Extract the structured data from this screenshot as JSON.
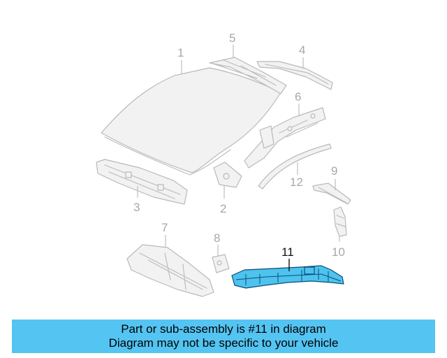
{
  "callouts": {
    "c1": "1",
    "c2": "2",
    "c3": "3",
    "c4": "4",
    "c5": "5",
    "c6": "6",
    "c7": "7",
    "c8": "8",
    "c9": "9",
    "c10": "10",
    "c11": "11",
    "c12": "12"
  },
  "highlighted_part": "11",
  "banner": {
    "line1": "Part or sub-assembly is #11 in diagram",
    "line2": "Diagram may not be specific to your vehicle"
  },
  "colors": {
    "banner_bg": "#54c4f2",
    "highlight_fill": "#4dc3ee",
    "highlight_stroke": "#0b4d78",
    "faded_stroke": "#b9b9b9"
  }
}
